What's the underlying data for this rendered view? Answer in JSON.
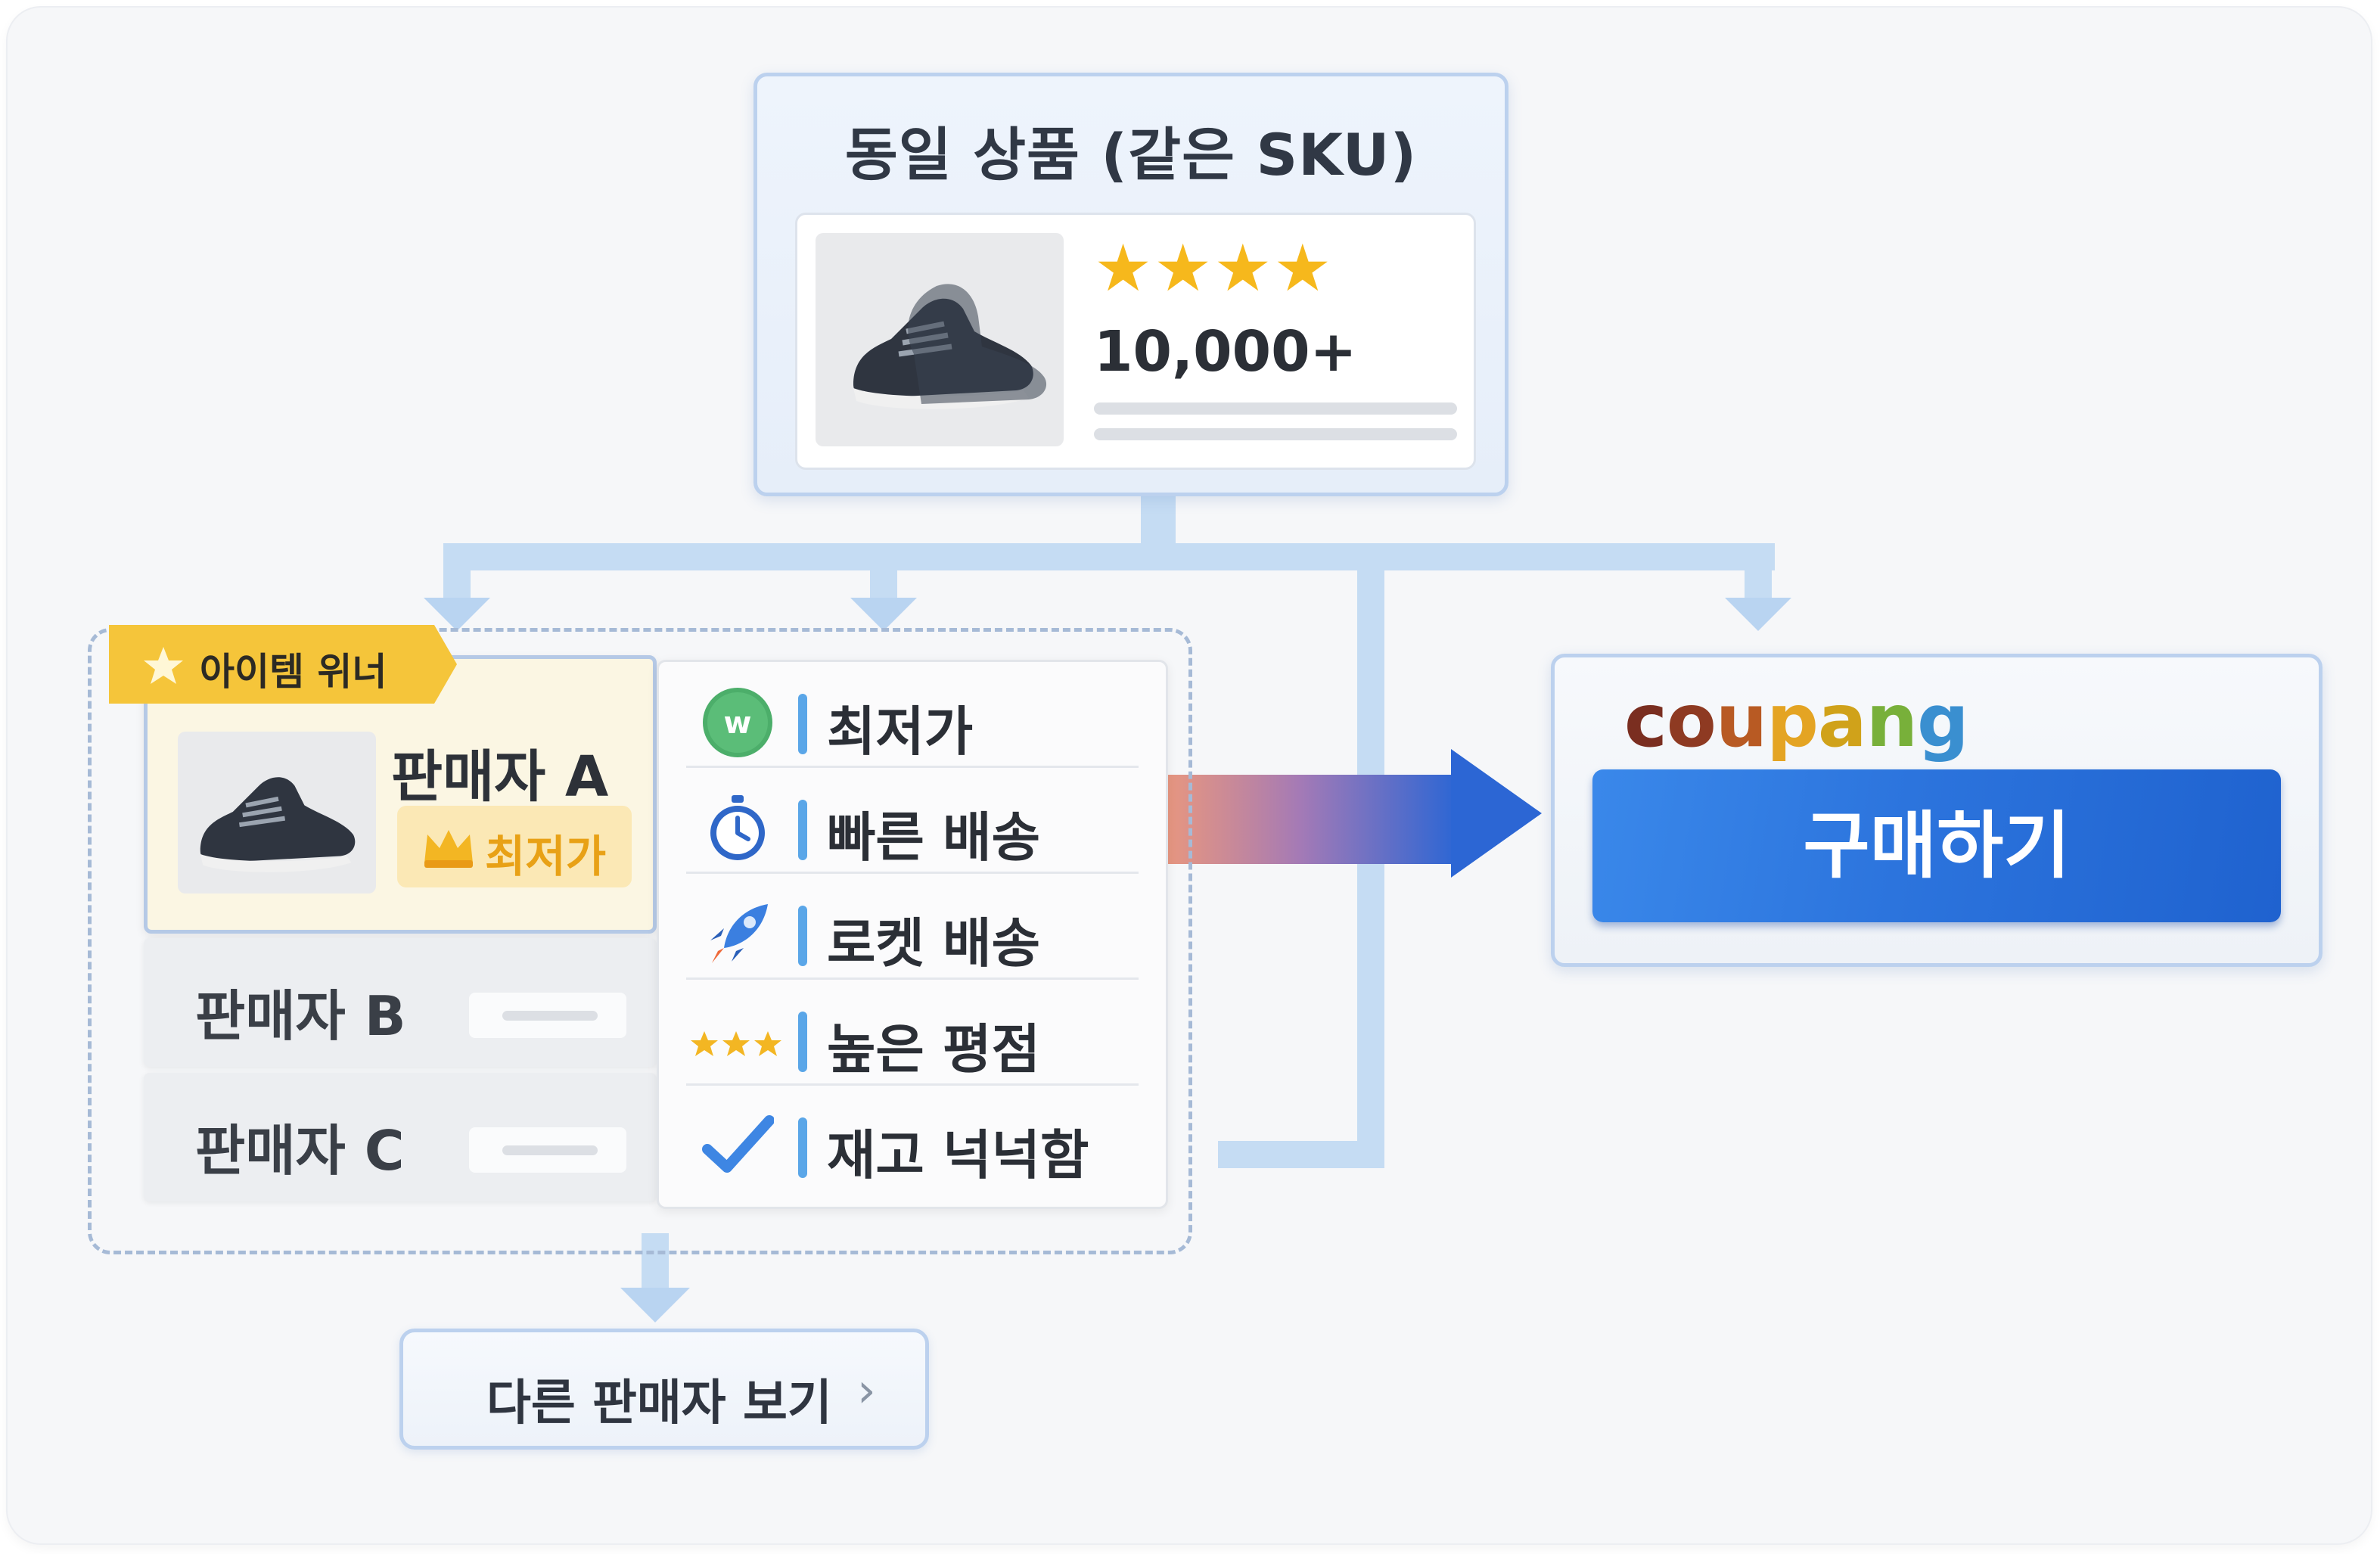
{
  "product": {
    "title": "동일 상품 (같은 SKU)",
    "rating_stars": 4,
    "review_count": "10,000+"
  },
  "sellers": {
    "winner_badge": "아이템 위너",
    "seller_a": "판매자 A",
    "lowest_price_badge": "최저가",
    "seller_b": "판매자 B",
    "seller_c": "판매자 C"
  },
  "criteria": [
    {
      "icon": "w-badge-icon",
      "label": "최저가"
    },
    {
      "icon": "stopwatch-icon",
      "label": "빠른 배송"
    },
    {
      "icon": "rocket-icon",
      "label": "로켓 배송"
    },
    {
      "icon": "three-stars-icon",
      "label": "높은 평점"
    },
    {
      "icon": "checkmark-icon",
      "label": "재고 넉넉함"
    }
  ],
  "criteria_first_icon_text": "w",
  "checkout": {
    "brand": "coupang",
    "buy_button": "구매하기"
  },
  "other_sellers_button": "다른 판매자 보기",
  "colors": {
    "accent_blue": "#2c74dd",
    "connector_blue": "#bcd6f0",
    "winner_gold": "#f5c53a",
    "card_border": "#bcd1ee"
  }
}
